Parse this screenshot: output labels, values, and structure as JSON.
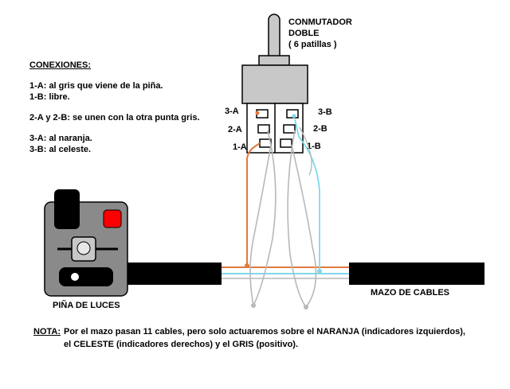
{
  "switch": {
    "title_line1": "CONMUTADOR",
    "title_line2": "DOBLE",
    "title_line3": "( 6 patillas )",
    "pins": {
      "p3a": "3-A",
      "p2a": "2-A",
      "p1a": "1-A",
      "p3b": "3-B",
      "p2b": "2-B",
      "p1b": "1-B"
    }
  },
  "connections": {
    "heading": "CONEXIONES:",
    "line1": "1-A: al gris que viene de la piña.",
    "line2": "1-B: libre.",
    "line3": "2-A y 2-B: se unen con la otra punta gris.",
    "line4": "3-A: al naranja.",
    "line5": "3-B: al celeste."
  },
  "labels": {
    "pina": "PIÑA DE LUCES",
    "mazo": "MAZO DE CABLES"
  },
  "note": {
    "label": "NOTA:",
    "line1": "Por el mazo pasan 11 cables, pero solo actuaremos sobre el NARANJA (indicadores izquierdos),",
    "line2": "el CELESTE (indicadores derechos) y el GRIS (positivo)."
  },
  "colors": {
    "orange": "#e07a3c",
    "lightblue": "#7fd8ec",
    "gray": "#b8b8b8",
    "red": "#ff0000",
    "black": "#000000"
  }
}
